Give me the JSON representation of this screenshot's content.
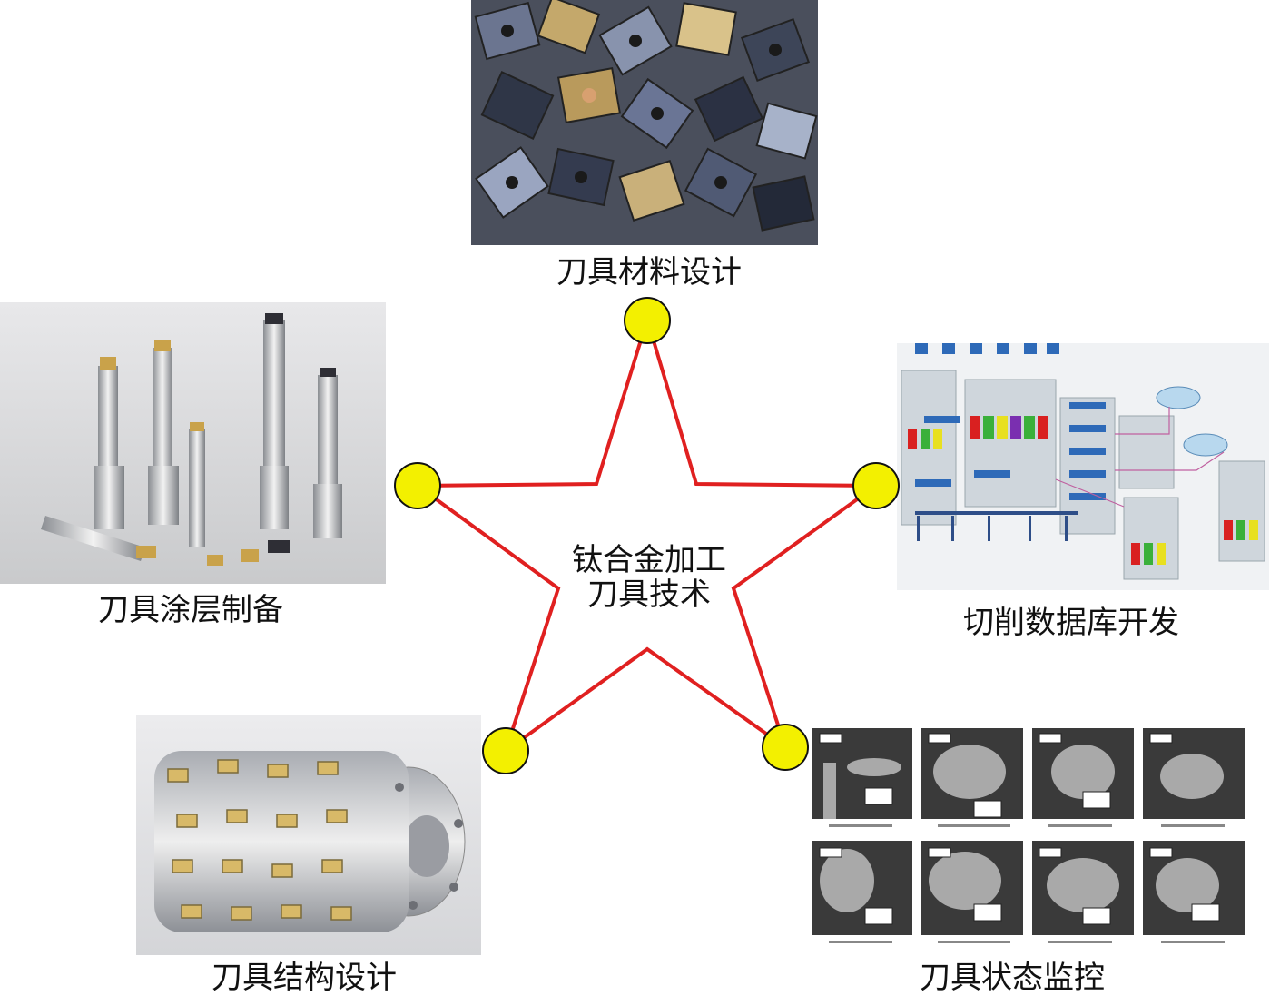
{
  "center": {
    "line1": "钛合金加工",
    "line2": "刀具技术"
  },
  "captions": {
    "material": "刀具材料设计",
    "coating": "刀具涂层制备",
    "database": "切削数据库开发",
    "structure": "刀具结构设计",
    "monitoring": "刀具状态监控"
  },
  "colors": {
    "star_line": "#e02020",
    "node_fill": "#f3f000"
  }
}
